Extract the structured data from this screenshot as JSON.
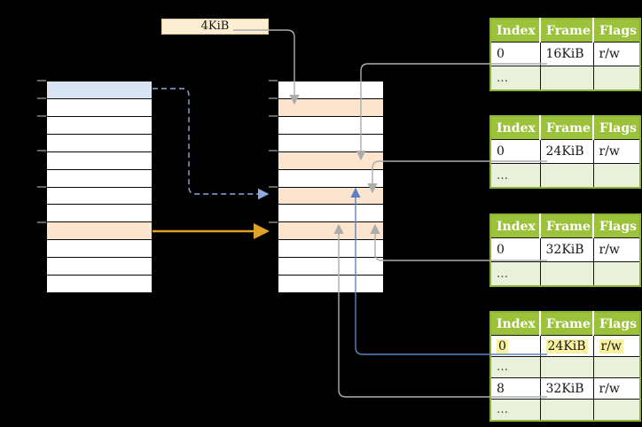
{
  "diagram": {
    "page_label": {
      "text": "4KiB"
    },
    "left_table": {
      "row_count": 12,
      "blue_row_index": 0,
      "orange_row_index": 8
    },
    "middle_table": {
      "row_count": 12,
      "orange_row_indices": [
        1,
        4,
        6,
        8
      ]
    },
    "right_tables": [
      {
        "headers": [
          "Index",
          "Frame",
          "Flags"
        ],
        "rows": [
          [
            "0",
            "16KiB",
            "r/w"
          ],
          [
            "…",
            "",
            ""
          ]
        ]
      },
      {
        "headers": [
          "Index",
          "Frame",
          "Flags"
        ],
        "rows": [
          [
            "0",
            "24KiB",
            "r/w"
          ],
          [
            "…",
            "",
            ""
          ]
        ]
      },
      {
        "headers": [
          "Index",
          "Frame",
          "Flags"
        ],
        "rows": [
          [
            "0",
            "32KiB",
            "r/w"
          ],
          [
            "…",
            "",
            ""
          ]
        ]
      },
      {
        "headers": [
          "Index",
          "Frame",
          "Flags"
        ],
        "rows": [
          [
            "0",
            "24KiB",
            "r/w"
          ],
          [
            "…",
            "",
            ""
          ],
          [
            "8",
            "32KiB",
            "r/w"
          ],
          [
            "…",
            "",
            ""
          ]
        ],
        "highlighted_row_index": 0
      }
    ],
    "colors": {
      "header_green": "#9CC23C",
      "table_border_green": "#8CB137",
      "row_light_green": "#E9F1DB",
      "highlight_yellow": "#F9F2A0",
      "row_blue": "#D8E4F2",
      "row_orange": "#FCE5CF",
      "label_cream": "#FCEED2",
      "arrow_gray": "#ACACAC",
      "arrow_orange": "#DFA228",
      "arrow_blue": "#5B82C4",
      "arrow_blue_dashed": "#8FAADC",
      "tick_gray": "#9A9A9A"
    }
  }
}
